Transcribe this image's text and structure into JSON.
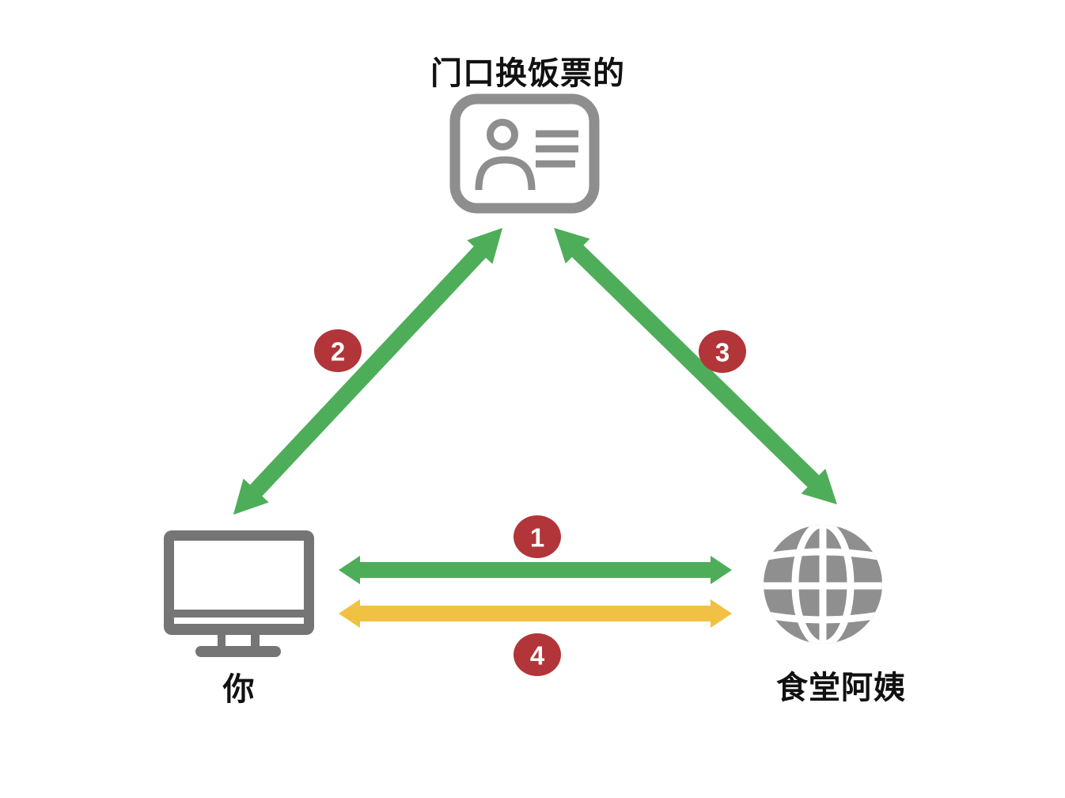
{
  "colors": {
    "background": "#FFFFFF",
    "arrow_green": "#4EAD59",
    "arrow_yellow": "#F0C142",
    "badge_red": "#B23539",
    "badge_text": "#FFFFFF",
    "icon_gray_card": "#8E8E8E",
    "icon_gray_monitor": "#757575",
    "icon_gray_globe": "#8F8F8F",
    "label_text": "#111111"
  },
  "nodes": {
    "authority": {
      "label": "门口换饭票的",
      "icon": "id-card-icon",
      "position": "top-center"
    },
    "client": {
      "label": "你",
      "icon": "monitor-icon",
      "position": "bottom-left"
    },
    "server": {
      "label": "食堂阿姨",
      "icon": "globe-icon",
      "position": "bottom-right"
    }
  },
  "edges": [
    {
      "step": "1",
      "from": "client",
      "to": "server",
      "direction": "bidirectional",
      "color_key": "arrow_green"
    },
    {
      "step": "2",
      "from": "client",
      "to": "authority",
      "direction": "bidirectional",
      "color_key": "arrow_green"
    },
    {
      "step": "3",
      "from": "authority",
      "to": "server",
      "direction": "bidirectional",
      "color_key": "arrow_green"
    },
    {
      "step": "4",
      "from": "client",
      "to": "server",
      "direction": "bidirectional",
      "color_key": "arrow_yellow"
    }
  ]
}
